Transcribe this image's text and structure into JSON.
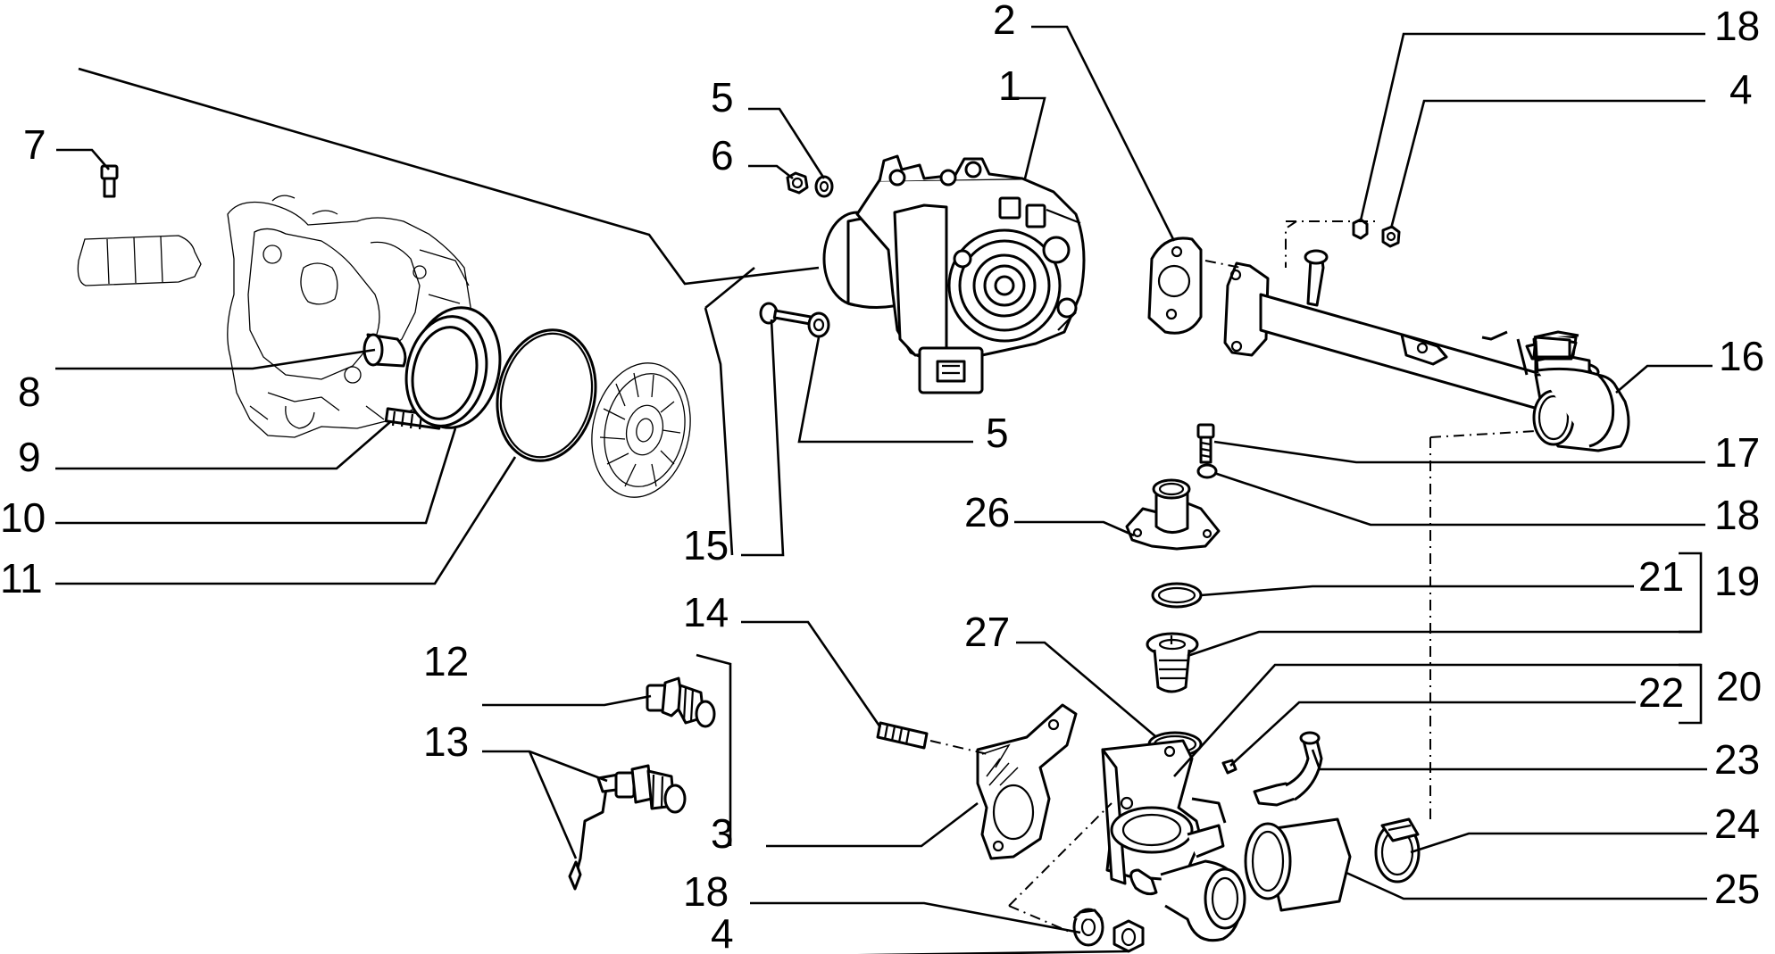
{
  "diagram": {
    "labels": [
      {
        "id": "l7",
        "text": "7"
      },
      {
        "id": "l8",
        "text": "8"
      },
      {
        "id": "l9",
        "text": "9"
      },
      {
        "id": "l10",
        "text": "10"
      },
      {
        "id": "l11",
        "text": "11"
      },
      {
        "id": "l5a",
        "text": "5"
      },
      {
        "id": "l6",
        "text": "6"
      },
      {
        "id": "l1",
        "text": "1"
      },
      {
        "id": "l2",
        "text": "2"
      },
      {
        "id": "l18a",
        "text": "18"
      },
      {
        "id": "l4a",
        "text": "4"
      },
      {
        "id": "l16",
        "text": "16"
      },
      {
        "id": "l17",
        "text": "17"
      },
      {
        "id": "l18b",
        "text": "18"
      },
      {
        "id": "l26",
        "text": "26"
      },
      {
        "id": "l5b",
        "text": "5"
      },
      {
        "id": "l15",
        "text": "15"
      },
      {
        "id": "l19",
        "text": "19"
      },
      {
        "id": "l21",
        "text": "21"
      },
      {
        "id": "l14",
        "text": "14"
      },
      {
        "id": "l27",
        "text": "27"
      },
      {
        "id": "l20",
        "text": "20"
      },
      {
        "id": "l22",
        "text": "22"
      },
      {
        "id": "l12",
        "text": "12"
      },
      {
        "id": "l23",
        "text": "23"
      },
      {
        "id": "l13",
        "text": "13"
      },
      {
        "id": "l24",
        "text": "24"
      },
      {
        "id": "l3",
        "text": "3"
      },
      {
        "id": "l25",
        "text": "25"
      },
      {
        "id": "l18c",
        "text": "18"
      },
      {
        "id": "l4b",
        "text": "4"
      }
    ]
  }
}
